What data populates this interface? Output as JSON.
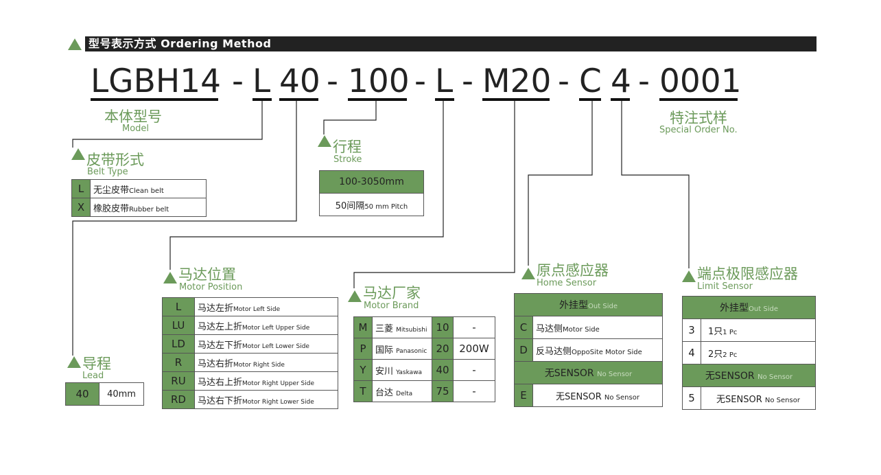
{
  "header": {
    "title": "型号表示方式 Ordering Method"
  },
  "model_code": {
    "parts": [
      "LGBH14",
      "-",
      "L",
      "40",
      "-",
      "100",
      "-",
      "L",
      "-",
      "M20",
      "-",
      "C",
      "4",
      "-",
      "0001"
    ]
  },
  "model": {
    "cn": "本体型号",
    "en": "Model"
  },
  "special": {
    "cn": "特注式样",
    "en": "Special Order No."
  },
  "belt": {
    "cn": "皮带形式",
    "en": "Belt Type",
    "rows": [
      {
        "key": "L",
        "cn": "无尘皮带",
        "en": "Clean belt"
      },
      {
        "key": "X",
        "cn": "橡胶皮带",
        "en": "Rubber belt"
      }
    ]
  },
  "stroke": {
    "cn": "行程",
    "en": "Stroke",
    "range": "100-3050mm",
    "pitch_cn": "50间隔",
    "pitch_en": "50 mm Pitch"
  },
  "lead": {
    "cn": "导程",
    "en": "Lead",
    "key": "40",
    "value": "40mm"
  },
  "motor_position": {
    "cn": "马达位置",
    "en": "Motor Position",
    "rows": [
      {
        "key": "L",
        "cn": "马达左折",
        "en": "Motor Left Side"
      },
      {
        "key": "LU",
        "cn": "马达左上折",
        "en": "Motor Left Upper Side"
      },
      {
        "key": "LD",
        "cn": "马达左下折",
        "en": "Motor Left Lower Side"
      },
      {
        "key": "R",
        "cn": "马达右折",
        "en": "Motor Right Side"
      },
      {
        "key": "RU",
        "cn": "马达右上折",
        "en": "Motor Right Upper Side"
      },
      {
        "key": "RD",
        "cn": "马达右下折",
        "en": "Motor Right Lower Side"
      }
    ]
  },
  "motor_brand": {
    "cn": "马达厂家",
    "en": "Motor Brand",
    "rows": [
      {
        "key": "M",
        "cn": "三菱",
        "en": "Mitsubishi",
        "num": "10",
        "power": "-"
      },
      {
        "key": "P",
        "cn": "国际",
        "en": "Panasonic",
        "num": "20",
        "power": "200W"
      },
      {
        "key": "Y",
        "cn": "安川",
        "en": "Yaskawa",
        "num": "40",
        "power": "-"
      },
      {
        "key": "T",
        "cn": "台达",
        "en": "Delta",
        "num": "75",
        "power": "-"
      }
    ]
  },
  "home_sensor": {
    "cn": "原点感应器",
    "en": "Home Sensor",
    "head1_cn": "外挂型",
    "head1_en": "Out Side",
    "rows": [
      {
        "key": "C",
        "cn": "马达侧",
        "en": "Motor Side"
      },
      {
        "key": "D",
        "cn": "反马达侧",
        "en": "OppoSite Motor Side"
      }
    ],
    "head2_cn": "无SENSOR",
    "head2_en": "No Sensor",
    "row_e": {
      "key": "E",
      "cn": "无SENSOR",
      "en": "No Sensor"
    }
  },
  "limit_sensor": {
    "cn": "端点极限感应器",
    "en": "Limit Sensor",
    "head1_cn": "外挂型",
    "head1_en": "Out Side",
    "rows": [
      {
        "key": "3",
        "cn": "1只",
        "en": "1 Pc"
      },
      {
        "key": "4",
        "cn": "2只",
        "en": "2 Pc"
      }
    ],
    "head2_cn": "无SENSOR",
    "head2_en": "No Sensor",
    "row_5": {
      "key": "5",
      "cn": "无SENSOR",
      "en": "No Sensor"
    }
  }
}
